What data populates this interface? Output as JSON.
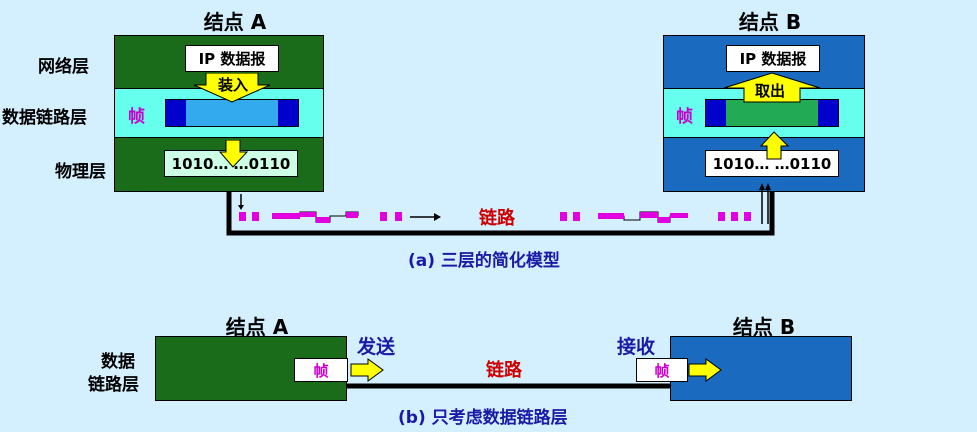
{
  "diagram_a": {
    "node_a_title": "结点 A",
    "node_b_title": "结点 B",
    "layers": {
      "network": "网络层",
      "datalink": "数据链路层",
      "physical": "物理层"
    },
    "ip_datagram_a": "IP 数据报",
    "ip_datagram_b": "IP 数据报",
    "encapsulate": "装入",
    "extract": "取出",
    "frame_a": "帧",
    "frame_b": "帧",
    "bits_a": "1010…  …0110",
    "bits_b": "1010…  …0110",
    "link": "链路",
    "caption": "(a) 三层的简化模型"
  },
  "diagram_b": {
    "node_a_title": "结点 A",
    "node_b_title": "结点 B",
    "layer_label_line1": "数据",
    "layer_label_line2": "链路层",
    "send": "发送",
    "receive": "接收",
    "frame_a": "帧",
    "frame_b": "帧",
    "link": "链路",
    "caption": "(b) 只考虑数据链路层"
  },
  "colors": {
    "background": "#d4f0ff",
    "node_a": "#1a6b1a",
    "node_b": "#1a6bbf",
    "datalink_band": "#66ffee",
    "frame_a_body": "#33aaee",
    "frame_b_body": "#22aa55",
    "frame_header": "#0000cc",
    "arrow_fill": "#ffff00",
    "pulse": "#e000e0",
    "link_text": "#cc0000",
    "caption_text": "#1a1aa6"
  }
}
